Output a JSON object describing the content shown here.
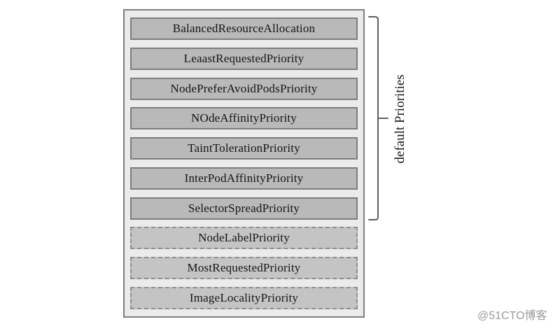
{
  "diagram": {
    "boxes": [
      {
        "label": "BalancedResourceAllocation",
        "border": "solid"
      },
      {
        "label": "LeaastRequestedPriority",
        "border": "solid"
      },
      {
        "label": "NodePreferAvoidPodsPriority",
        "border": "solid"
      },
      {
        "label": "NOdeAffinityPriority",
        "border": "solid"
      },
      {
        "label": "TaintTolerationPriority",
        "border": "solid"
      },
      {
        "label": "InterPodAffinityPriority",
        "border": "solid"
      },
      {
        "label": "SelectorSpreadPriority",
        "border": "solid"
      },
      {
        "label": "NodeLabelPriority",
        "border": "dashed"
      },
      {
        "label": "MostRequestedPriority",
        "border": "dashed"
      },
      {
        "label": "ImageLocalityPriority",
        "border": "dashed"
      }
    ],
    "bracket_label": "default Priorities",
    "bracket_groups_boxes": "0-6"
  },
  "watermark": {
    "text": "@51CTO博客"
  },
  "colors": {
    "page_bg": "#ffffff",
    "panel_bg": "#ebebeb",
    "panel_border": "#7e7e7e",
    "box_solid_bg": "#b9b9b9",
    "box_solid_border": "#7d7d7d",
    "box_dashed_bg": "#c4c4c4",
    "box_dashed_border": "#8e8e8e",
    "bracket": "#5f5f5f",
    "label_text": "#141414",
    "watermark_text": "#9a9a9a"
  }
}
